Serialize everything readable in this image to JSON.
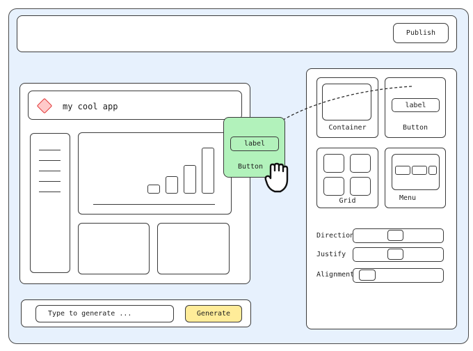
{
  "header": {
    "publish_label": "Publish"
  },
  "app_preview": {
    "title": "my cool app",
    "sidebar_lines": 5,
    "chart_bars": [
      1,
      2,
      3,
      5
    ]
  },
  "generator": {
    "placeholder": "Type to generate ...",
    "generate_label": "Generate"
  },
  "dragged_component": {
    "label_text": "label",
    "name": "Button"
  },
  "palette": {
    "components": [
      {
        "name": "Container"
      },
      {
        "name": "Button",
        "button_text": "label"
      },
      {
        "name": "Grid"
      },
      {
        "name": "Menu"
      }
    ],
    "properties": [
      {
        "label": "Direction"
      },
      {
        "label": "Justify"
      },
      {
        "label": "Alignment"
      }
    ]
  },
  "colors": {
    "canvas_bg": "#e7f1fd",
    "drag_green": "#b2f2bb",
    "generate_yellow": "#ffec99",
    "logo_red": "#ffc9c9"
  }
}
